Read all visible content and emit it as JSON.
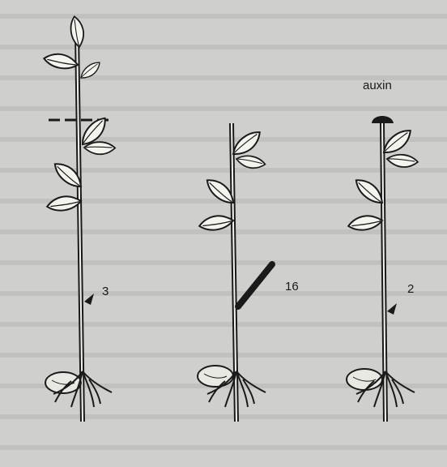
{
  "figure": {
    "plants": [
      {
        "id": "intact-decapitated",
        "bud_length_label": "3"
      },
      {
        "id": "decapitated",
        "bud_length_label": "16"
      },
      {
        "id": "decapitated-with-auxin",
        "bud_length_label": "2",
        "treatment_label": "auxin"
      }
    ]
  },
  "colors": {
    "paper": "#cfcfcc",
    "ink": "#1a1a1a",
    "text_ghost": "#a9a9a5"
  }
}
